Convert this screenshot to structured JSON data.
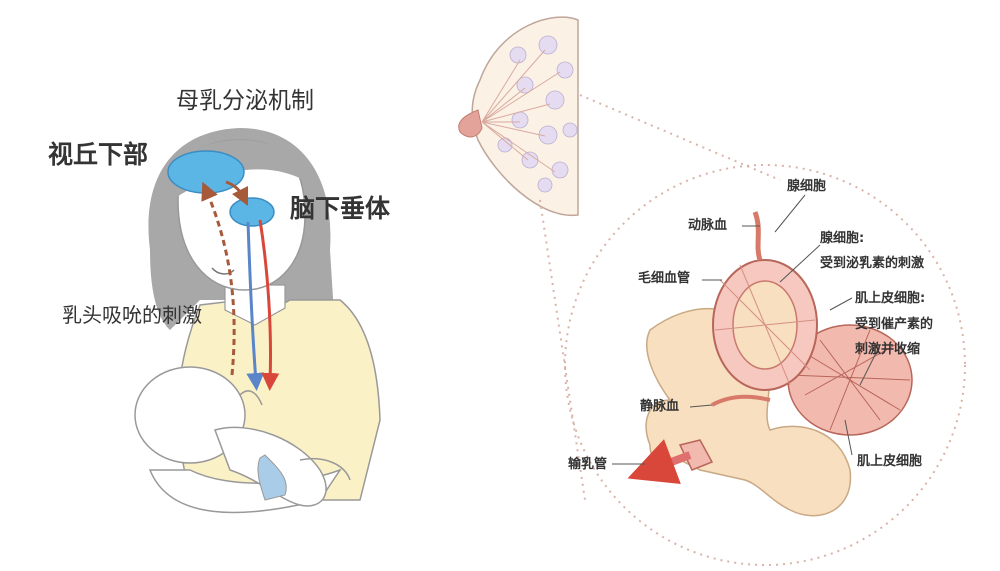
{
  "diagram": {
    "title": "母乳分泌机制",
    "left_labels": {
      "hypothalamus": "视丘下部",
      "pituitary": "脑下垂体",
      "suckling": "乳头吸吮的刺激"
    },
    "right_labels": {
      "alveolar_cell": "腺细胞",
      "artery": "动脉血",
      "alveolar_cell_prolactin_line1": "腺细胞:",
      "alveolar_cell_prolactin_line2": "受到泌乳素的刺激",
      "capillary": "毛细血管",
      "myoepithelial_oxytocin_line1": "肌上皮细胞:",
      "myoepithelial_oxytocin_line2": "受到催产素的",
      "myoepithelial_oxytocin_line3": "刺激并收缩",
      "vein": "静脉血",
      "myoepithelial": "肌上皮细胞",
      "duct": "输乳管"
    },
    "colors": {
      "region_blue": "#5bb6e6",
      "arrow_blue": "#5a85c8",
      "arrow_red": "#d8473a",
      "arrow_brown": "#a65a3a",
      "tissue_pink": "#e8a9a0",
      "duct_cream": "#f7dfbf",
      "hair_gray": "#a8a8a8",
      "shirt_yellow": "#fbf1c7"
    }
  }
}
